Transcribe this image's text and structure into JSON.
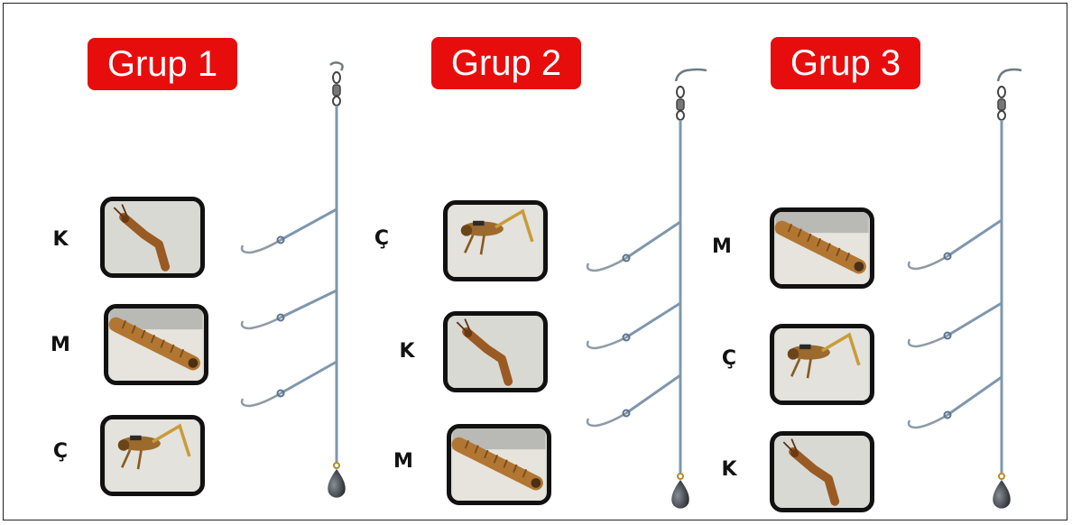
{
  "groups": [
    {
      "label": "Grup 1",
      "baits": [
        "K",
        "M",
        "Ç"
      ]
    },
    {
      "label": "Grup 2",
      "baits": [
        "Ç",
        "K",
        "M"
      ]
    },
    {
      "label": "Grup 3",
      "baits": [
        "M",
        "Ç",
        "K"
      ]
    }
  ],
  "colors": {
    "label_bg": "#e80d0d",
    "line": "#7f97ad",
    "sinker": "#4a4e55",
    "thumb_border": "#111111"
  },
  "icons": {
    "K": "cricket-bent-icon",
    "M": "mealworm-larva-icon",
    "Ç": "grasshopper-icon"
  }
}
